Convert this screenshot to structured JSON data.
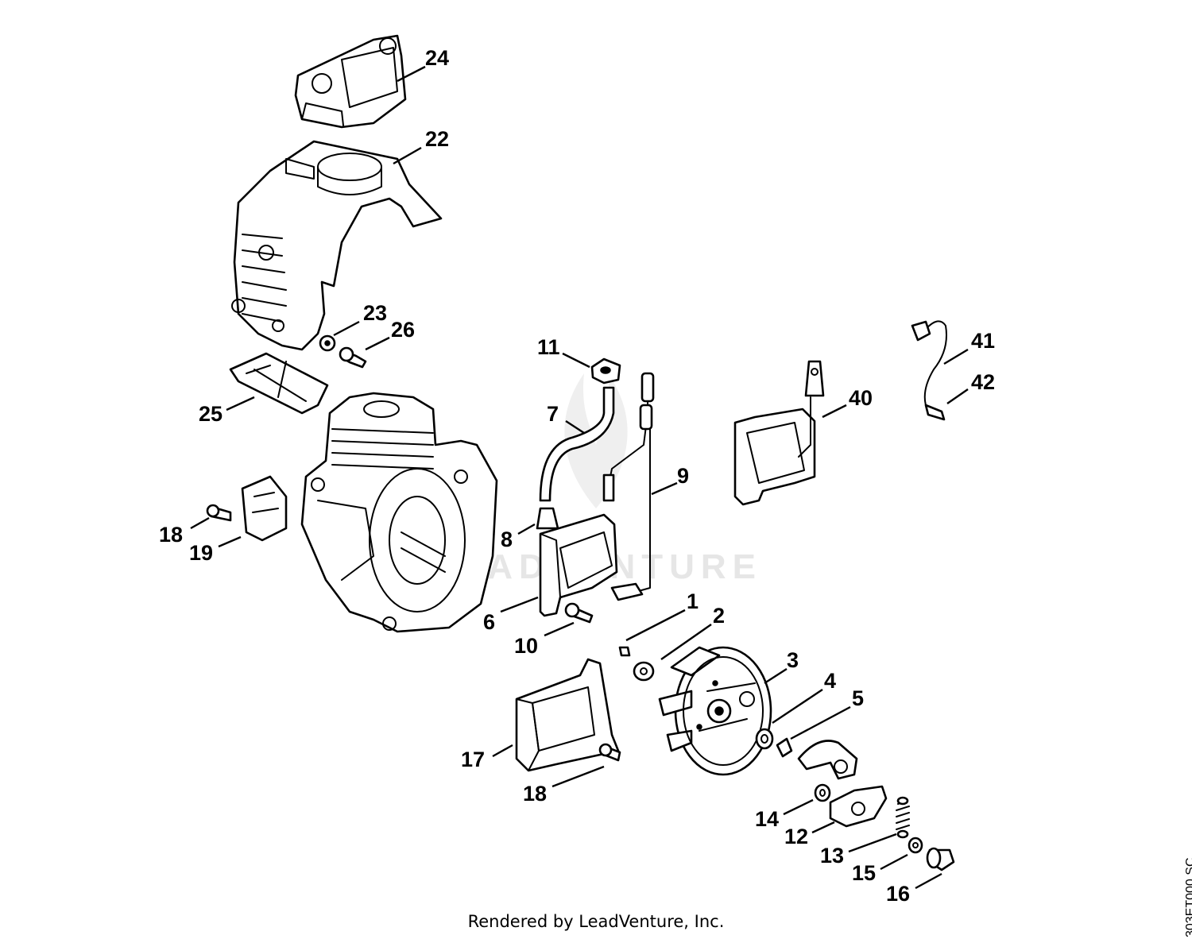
{
  "watermark": "LEADVENTURE",
  "footer_text": "Rendered by LeadVenture, Inc.",
  "figure_code": "303ET000 SC",
  "callouts": [
    {
      "id": "24",
      "label": "24"
    },
    {
      "id": "22",
      "label": "22"
    },
    {
      "id": "23",
      "label": "23"
    },
    {
      "id": "26",
      "label": "26"
    },
    {
      "id": "25",
      "label": "25"
    },
    {
      "id": "18a",
      "label": "18"
    },
    {
      "id": "19",
      "label": "19"
    },
    {
      "id": "11",
      "label": "11"
    },
    {
      "id": "7",
      "label": "7"
    },
    {
      "id": "9",
      "label": "9"
    },
    {
      "id": "8",
      "label": "8"
    },
    {
      "id": "6",
      "label": "6"
    },
    {
      "id": "10",
      "label": "10"
    },
    {
      "id": "1",
      "label": "1"
    },
    {
      "id": "2",
      "label": "2"
    },
    {
      "id": "3",
      "label": "3"
    },
    {
      "id": "4",
      "label": "4"
    },
    {
      "id": "5",
      "label": "5"
    },
    {
      "id": "17",
      "label": "17"
    },
    {
      "id": "18b",
      "label": "18"
    },
    {
      "id": "14",
      "label": "14"
    },
    {
      "id": "12",
      "label": "12"
    },
    {
      "id": "13",
      "label": "13"
    },
    {
      "id": "15",
      "label": "15"
    },
    {
      "id": "16",
      "label": "16"
    },
    {
      "id": "41",
      "label": "41"
    },
    {
      "id": "42",
      "label": "42"
    },
    {
      "id": "40",
      "label": "40"
    }
  ]
}
